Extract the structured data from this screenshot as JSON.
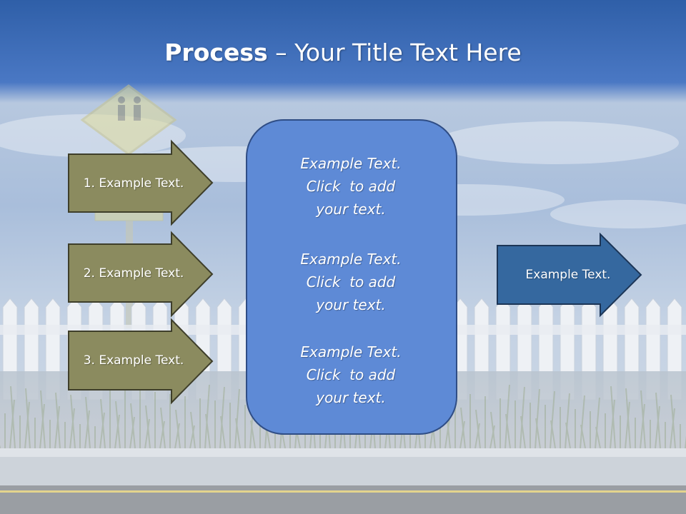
{
  "slide": {
    "title_bold": "Process",
    "title_dash": " – ",
    "title_rest": "Your Title Text Here"
  },
  "left_steps": [
    {
      "label": "1. Example Text."
    },
    {
      "label": "2. Example Text."
    },
    {
      "label": "3. Example Text."
    }
  ],
  "center_box": {
    "blocks": [
      {
        "line1": "Example Text.",
        "line2": "Click  to add",
        "line3": "your text."
      },
      {
        "line1": "Example Text.",
        "line2": "Click  to add",
        "line3": "your text."
      },
      {
        "line1": "Example Text.",
        "line2": "Click  to add",
        "line3": "your text."
      }
    ]
  },
  "right_arrow": {
    "label": "Example Text."
  },
  "colors": {
    "left_arrow_fill": "#8b8b5f",
    "center_box_fill": "#5e8ad6",
    "right_arrow_fill": "#35689f",
    "sky_top": "#3a66b8"
  }
}
